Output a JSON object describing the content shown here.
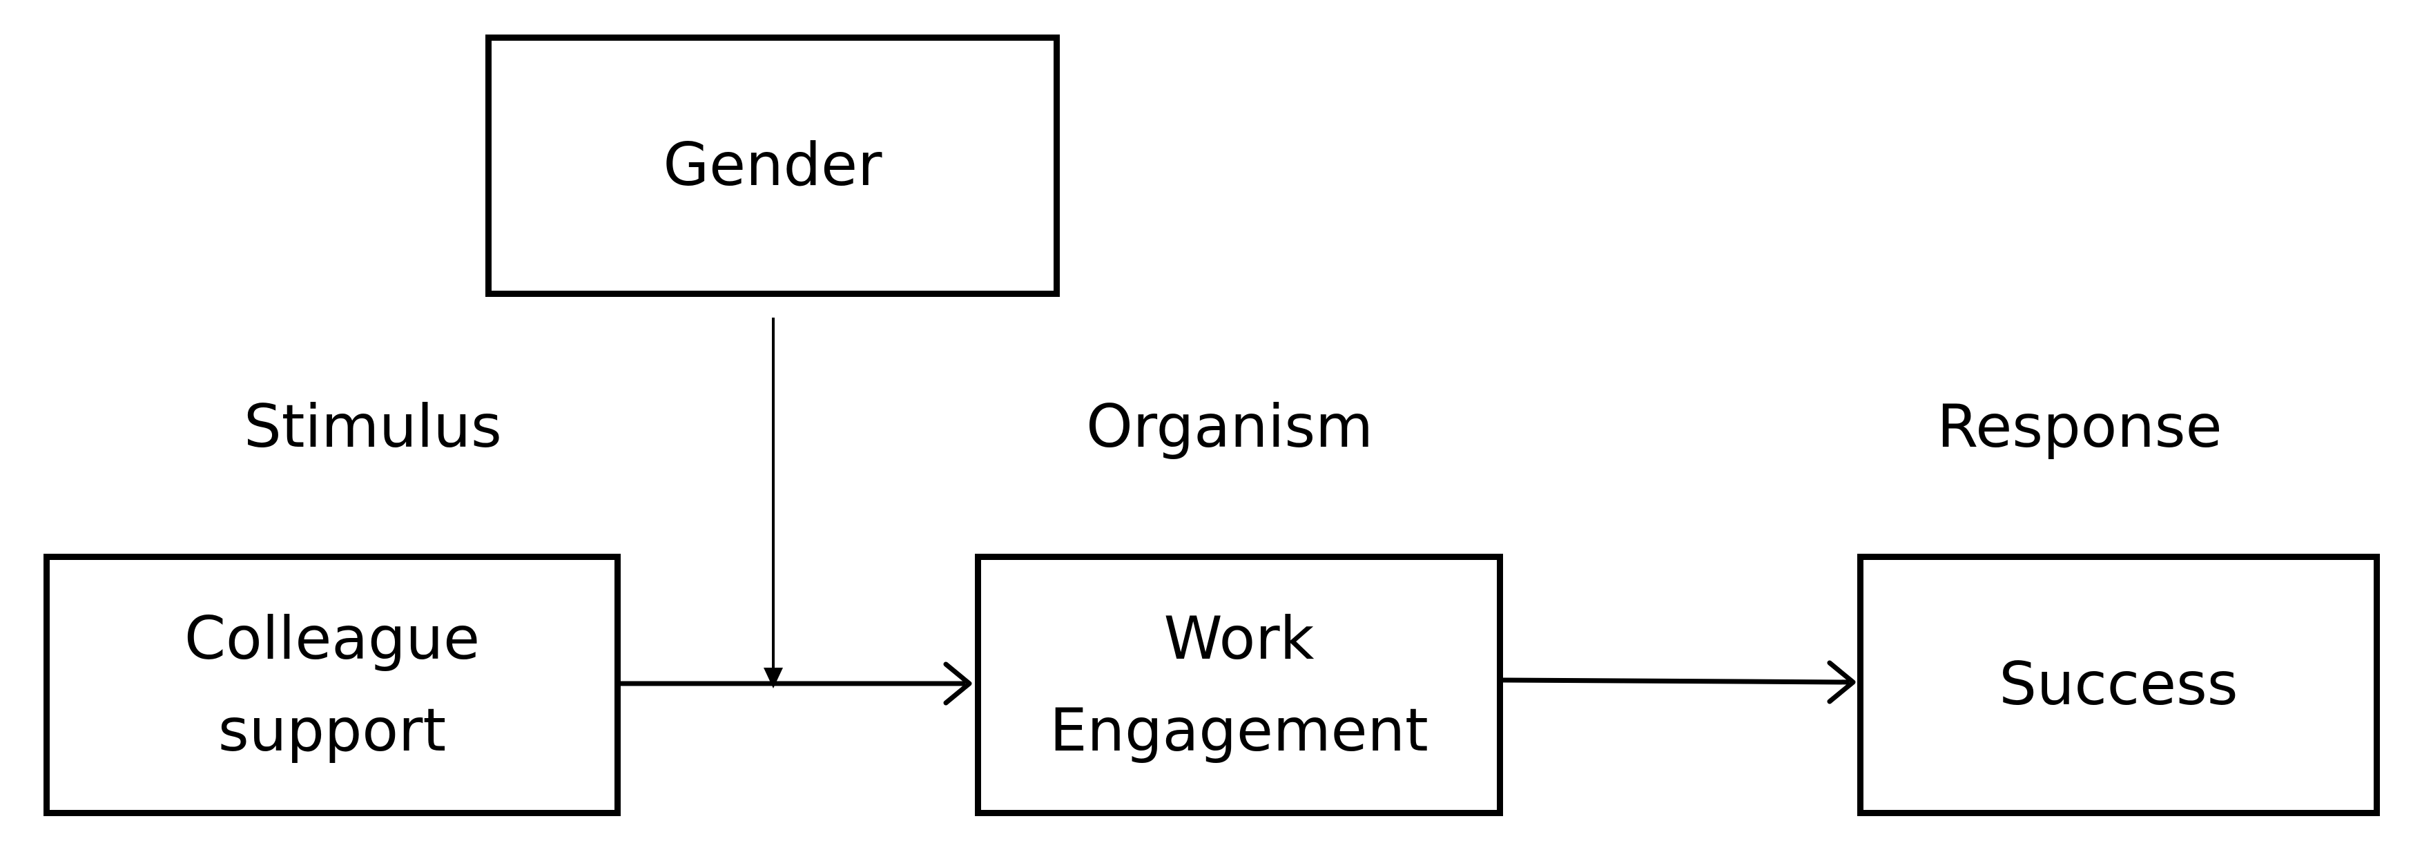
{
  "diagram": {
    "boxes": {
      "gender": "Gender",
      "colleague_support": "Colleague\nsupport",
      "work_engagement": "Work\nEngagement",
      "success": "Success"
    },
    "stages": {
      "stimulus": "Stimulus",
      "organism": "Organism",
      "response": "Response"
    },
    "line_color": "#000000",
    "background_color": "#ffffff"
  }
}
